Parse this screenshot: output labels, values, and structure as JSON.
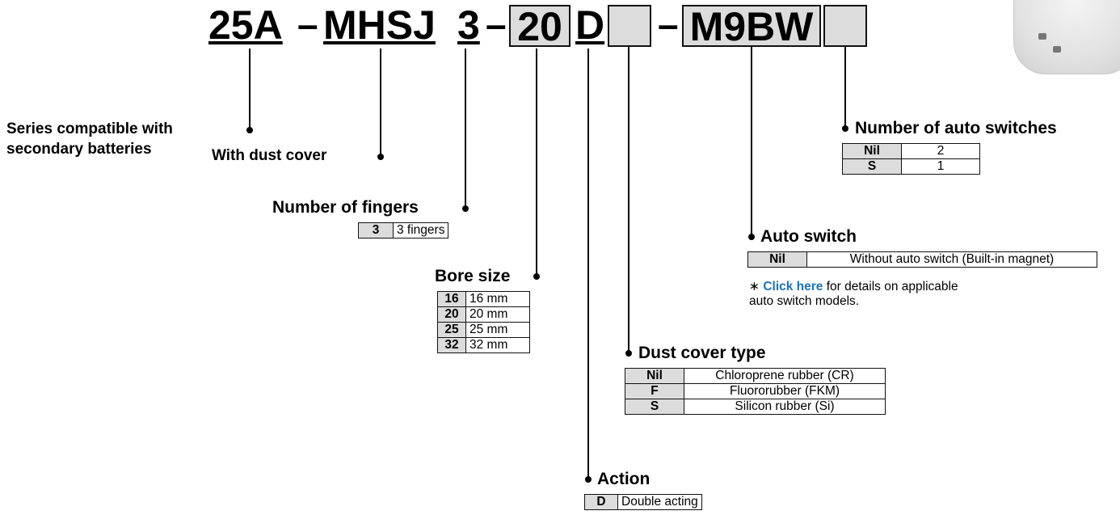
{
  "code": {
    "series": "25A",
    "model": "MHSJ",
    "fingers": "3",
    "bore": "20",
    "action": "D",
    "dust_cover": "",
    "switch": "M9BW",
    "switch_count": "",
    "dash": "–"
  },
  "series_label": "Series compatible with\nsecondary batteries",
  "dust_cover_label": "With dust cover",
  "fingers": {
    "label": "Number of fingers",
    "rows": [
      {
        "code": "3",
        "desc": "3 fingers"
      }
    ]
  },
  "bore": {
    "label": "Bore size",
    "rows": [
      {
        "code": "16",
        "desc": "16 mm"
      },
      {
        "code": "20",
        "desc": "20 mm"
      },
      {
        "code": "25",
        "desc": "25 mm"
      },
      {
        "code": "32",
        "desc": "32 mm"
      }
    ]
  },
  "action": {
    "label": "Action",
    "rows": [
      {
        "code": "D",
        "desc": "Double acting"
      }
    ]
  },
  "dust_cover_type": {
    "label": "Dust cover type",
    "rows": [
      {
        "code": "Nil",
        "desc": "Chloroprene rubber (CR)"
      },
      {
        "code": "F",
        "desc": "Fluororubber (FKM)"
      },
      {
        "code": "S",
        "desc": "Silicon rubber (Si)"
      }
    ]
  },
  "auto_switch": {
    "label": "Auto switch",
    "rows": [
      {
        "code": "Nil",
        "desc": "Without auto switch (Built-in magnet)"
      }
    ],
    "note_mark": "∗",
    "note_link": "Click here",
    "note_text": " for details on applicable auto switch models."
  },
  "switch_count": {
    "label": "Number of auto switches",
    "rows": [
      {
        "code": "Nil",
        "desc": "2"
      },
      {
        "code": "S",
        "desc": "1"
      }
    ]
  }
}
